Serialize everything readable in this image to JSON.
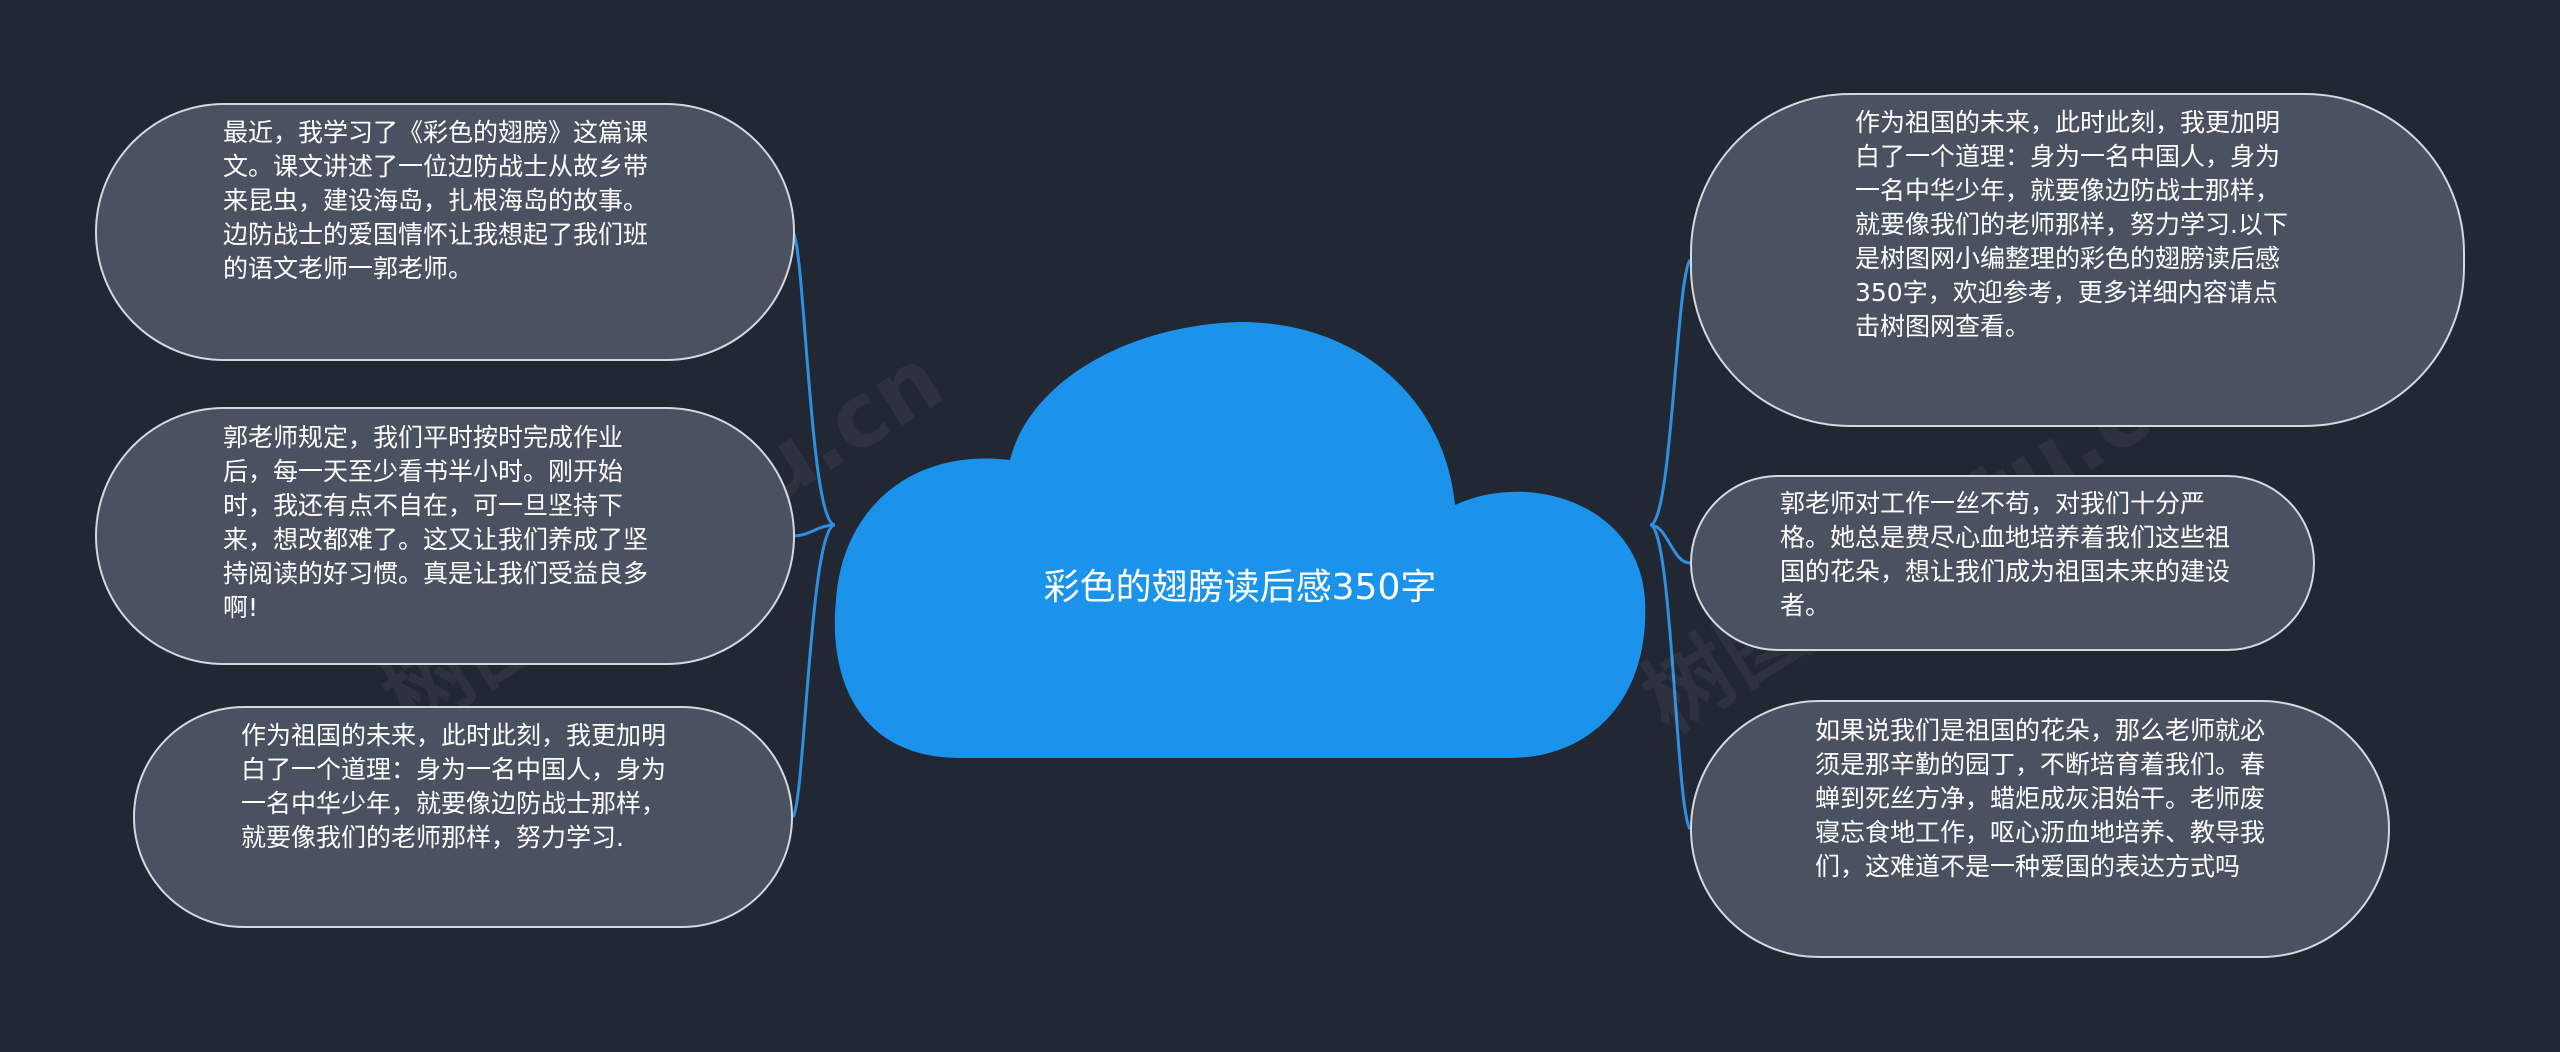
{
  "central_topic": "彩色的翅膀读后感350字",
  "left_nodes": [
    {
      "text": "最近，我学习了《彩色的翅膀》这篇课文。课文讲述了一位边防战士从故乡带来昆虫，建设海岛，扎根海岛的故事。边防战士的爱国情怀让我想起了我们班的语文老师一郭老师。"
    },
    {
      "text": "郭老师规定，我们平时按时完成作业后，每一天至少看书半小时。刚开始时，我还有点不自在，可一旦坚持下来，想改都难了。这又让我们养成了坚持阅读的好习惯。真是让我们受益良多啊!"
    },
    {
      "text": "作为祖国的未来，此时此刻，我更加明白了一个道理：身为一名中国人，身为一名中华少年，就要像边防战士那样，就要像我们的老师那样，努力学习."
    }
  ],
  "right_nodes": [
    {
      "text": "作为祖国的未来，此时此刻，我更加明白了一个道理：身为一名中国人，身为一名中华少年，就要像边防战士那样，就要像我们的老师那样，努力学习.以下是树图网小编整理的彩色的翅膀读后感350字，欢迎参考，更多详细内容请点击树图网查看。"
    },
    {
      "text": "郭老师对工作一丝不苟，对我们十分严格。她总是费尽心血地培养着我们这些祖国的花朵，想让我们成为祖国未来的建设者。"
    },
    {
      "text": "如果说我们是祖国的花朵，那么老师就必须是那辛勤的园丁，不断培育着我们。春蝉到死丝方净，蜡炬成灰泪始干。老师废寝忘食地工作，呕心沥血地培养、教导我们，这难道不是一种爱国的表达方式吗"
    }
  ],
  "watermarks": [
    "树图 shutu.cn",
    "树图 shutu.cn"
  ],
  "colors": {
    "background": "#222734",
    "cloud": "#1c93ea",
    "node_fill": "#4a5161",
    "node_border": "#d4d8df",
    "connector": "#2f8fe0",
    "text": "#ffffff"
  }
}
